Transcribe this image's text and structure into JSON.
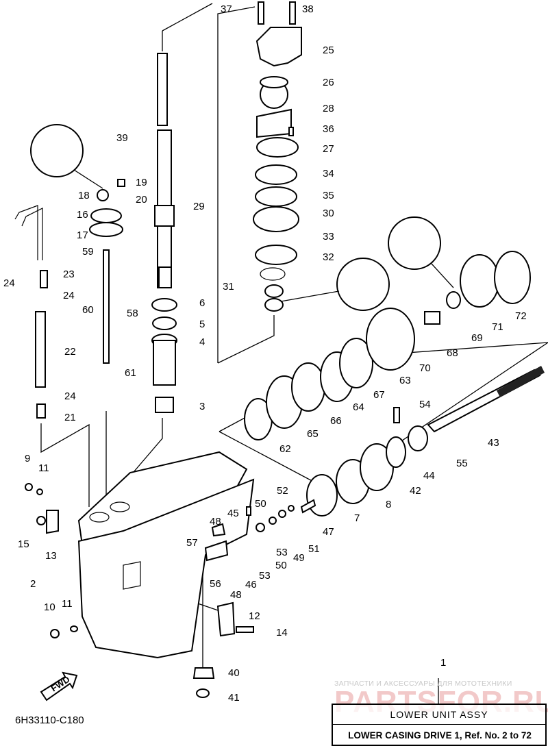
{
  "diagram_code": "6H33110-C180",
  "watermark_caption": "ЗАПЧАСТИ И АКСЕССУАРЫ ДЛЯ МОТОТЕХНИКИ",
  "watermark_logo": "PARTSFOR.RU",
  "title_box": {
    "title": "LOWER UNIT ASSY",
    "subtitle": "LOWER CASING DRIVE 1, Ref. No. 2 to 72"
  },
  "fwd_label": "FWD",
  "labels": [
    "37",
    "38",
    "25",
    "26",
    "28",
    "36",
    "27",
    "34",
    "35",
    "30",
    "33",
    "32",
    "31",
    "39",
    "29",
    "19",
    "18",
    "20",
    "16",
    "17",
    "59",
    "23",
    "24",
    "24",
    "60",
    "58",
    "6",
    "5",
    "4",
    "22",
    "61",
    "24",
    "3",
    "21",
    "9",
    "11",
    "15",
    "13",
    "2",
    "10",
    "11",
    "12",
    "14",
    "40",
    "41",
    "57",
    "48",
    "45",
    "56",
    "48",
    "46",
    "50",
    "52",
    "53",
    "47",
    "49",
    "51",
    "50",
    "53",
    "7",
    "8",
    "42",
    "44",
    "55",
    "43",
    "54",
    "62",
    "65",
    "66",
    "64",
    "67",
    "63",
    "70",
    "68",
    "69",
    "71",
    "72",
    "1"
  ]
}
